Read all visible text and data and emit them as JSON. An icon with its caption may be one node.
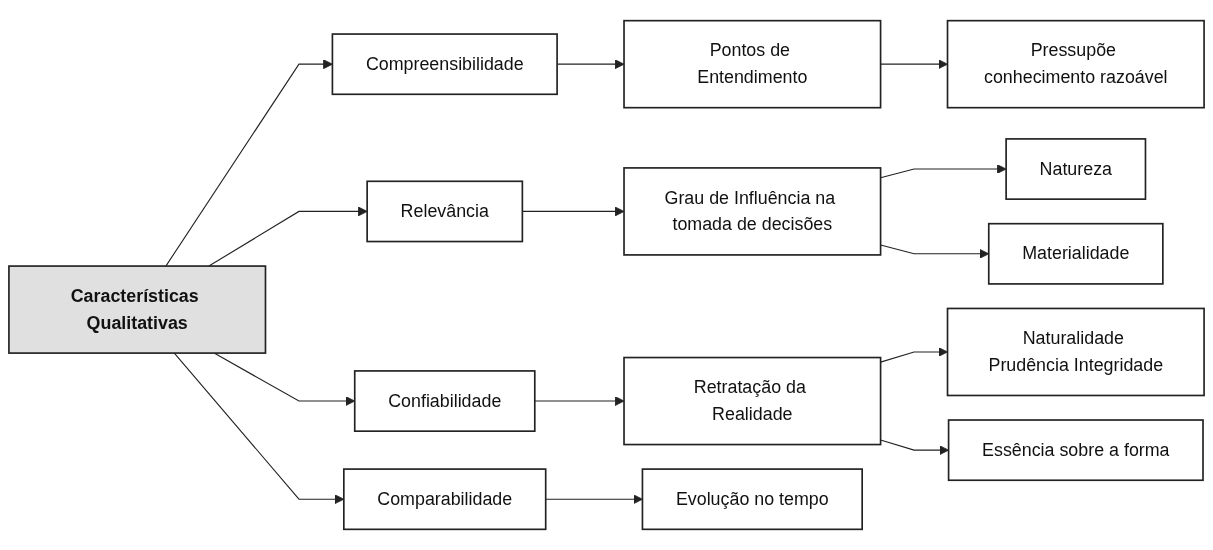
{
  "diagram": {
    "nodes": [
      {
        "text": [
          "Características Qualitativas"
        ]
      },
      {
        "text": [
          "Compreensibilidade"
        ]
      },
      {
        "text": [
          "Pontos de Entendimento"
        ]
      },
      {
        "text": [
          "Pressupõe conhecimento razoável"
        ]
      },
      {
        "text": [
          "Relevância"
        ]
      },
      {
        "text": [
          "Grau de Influência na tomada de decisões"
        ]
      },
      {
        "text": [
          "Natureza"
        ]
      },
      {
        "text": [
          "Materialidade"
        ]
      },
      {
        "text": [
          "Confiabilidade"
        ]
      },
      {
        "text": [
          "Retratação da Realidade"
        ]
      },
      {
        "text": [
          "Naturalidade Prudência Integridade"
        ]
      },
      {
        "text": [
          "Essência sobre a forma"
        ]
      },
      {
        "text": [
          "Comparabilidade"
        ]
      },
      {
        "text": [
          "Evolução no tempo"
        ]
      }
    ],
    "edges": [
      {
        "from": 0,
        "to": 1,
        "arrow": "to"
      },
      {
        "from": 0,
        "to": 4,
        "arrow": "to"
      },
      {
        "from": 0,
        "to": 8,
        "arrow": "to"
      },
      {
        "from": 0,
        "to": 12,
        "arrow": "to"
      },
      {
        "from": 1,
        "to": 2,
        "arrow": "to"
      },
      {
        "from": 2,
        "to": 3,
        "arrow": "to"
      },
      {
        "from": 4,
        "to": 5,
        "arrow": "to"
      },
      {
        "from": 5,
        "to": 6,
        "arrow": "to"
      },
      {
        "from": 5,
        "to": 7,
        "arrow": "to"
      },
      {
        "from": 8,
        "to": 9,
        "arrow": "to"
      },
      {
        "from": 9,
        "to": 10,
        "arrow": "to"
      },
      {
        "from": 9,
        "to": 11,
        "arrow": "to"
      },
      {
        "from": 12,
        "to": 13,
        "arrow": "to"
      }
    ]
  }
}
